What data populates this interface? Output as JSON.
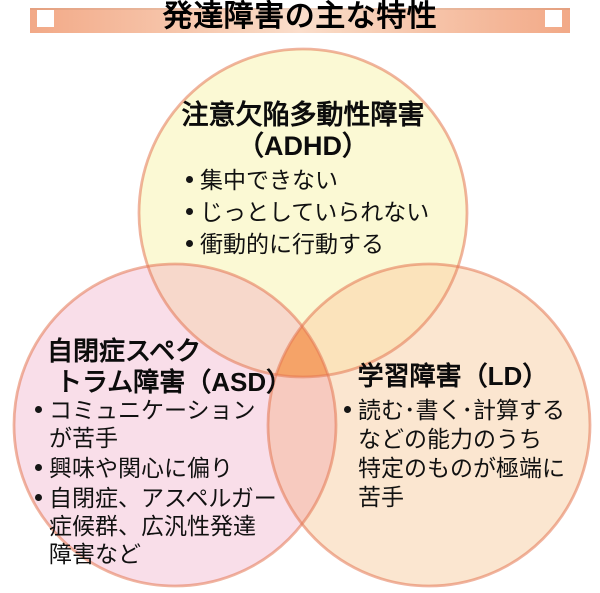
{
  "header": {
    "title": "発達障害の主な特性",
    "bar_edge_color": "#F2A987",
    "bar_center_color": "#FBDECC",
    "square_color": "#FFFFFF",
    "text_color": "#000000"
  },
  "diagram": {
    "stroke_color": "rgba(228,118,82,0.55)",
    "overlap_colors": {
      "adhd_asd": "#F7D8CB",
      "adhd_ld": "#FBE3BB",
      "asd_ld": "#F7CABF",
      "center": "#F5A368"
    },
    "circles": {
      "adhd": {
        "fill": "#FBF9D4",
        "title_lines": [
          "注意欠陥多動性障害",
          "（ADHD）"
        ],
        "bullets": [
          {
            "lines": [
              "集中できない"
            ]
          },
          {
            "lines": [
              "じっとしていられない"
            ]
          },
          {
            "lines": [
              "衝動的に行動する"
            ]
          }
        ]
      },
      "asd": {
        "fill": "#F9DEE9",
        "title_lines": [
          "自閉症スペク",
          "トラム障害（ASD）"
        ],
        "bullets": [
          {
            "lines": [
              "コミュニケーション",
              "が苦手"
            ]
          },
          {
            "lines": [
              "興味や関心に偏り"
            ]
          },
          {
            "lines": [
              "自閉症、アスペルガー",
              "症候群、広汎性発達",
              "障害など"
            ]
          }
        ]
      },
      "ld": {
        "fill": "#FBE6D0",
        "title_lines": [
          "学習障害（LD）"
        ],
        "bullets": [
          {
            "lines": [
              "読む･書く･計算する",
              "などの能力のうち",
              "特定のものが極端に",
              "苦手"
            ]
          }
        ]
      }
    }
  }
}
